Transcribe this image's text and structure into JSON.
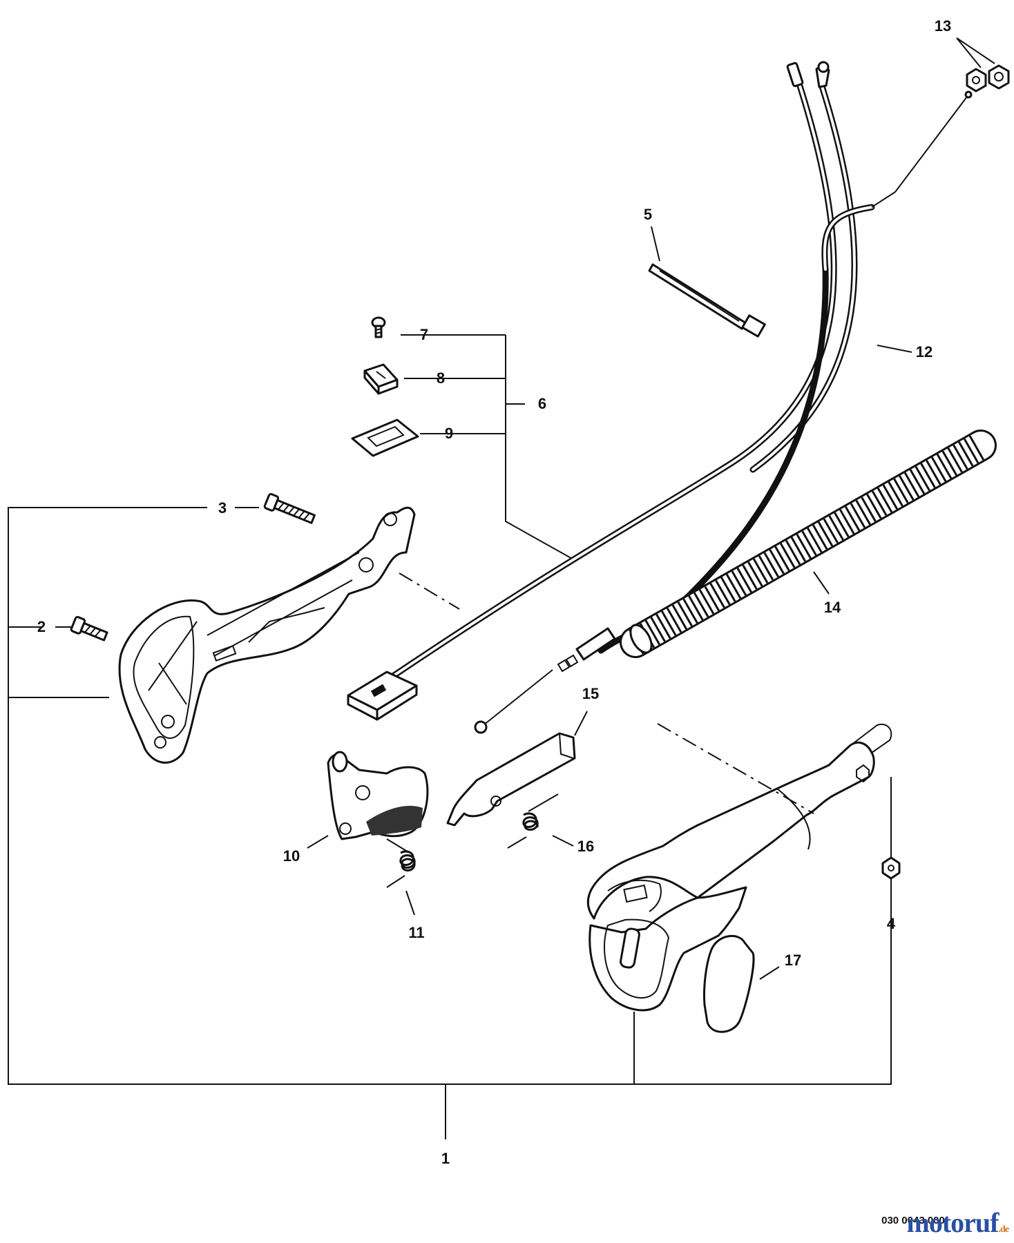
{
  "callouts": {
    "c1": "1",
    "c2": "2",
    "c3": "3",
    "c4": "4",
    "c5": "5",
    "c6": "6",
    "c7": "7",
    "c8": "8",
    "c9": "9",
    "c10": "10",
    "c11": "11",
    "c12": "12",
    "c13": "13",
    "c14": "14",
    "c15": "15",
    "c16": "16",
    "c17": "17"
  },
  "reference_number": "030 0043 000",
  "watermark": {
    "name": "motoruf",
    "tld": ".de",
    "color": "#2a4fa3",
    "tld_color": "#d07a1a"
  },
  "icons": [
    "bolt-icon",
    "clip-nut-icon",
    "sticker-icon",
    "cable-tie-icon",
    "hex-nut-icon",
    "torsion-spring-icon"
  ]
}
